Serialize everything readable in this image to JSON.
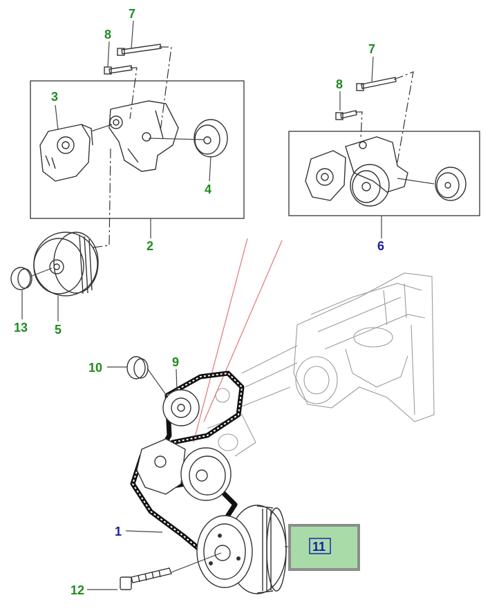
{
  "callouts": {
    "c1": "1",
    "c2": "2",
    "c3": "3",
    "c4": "4",
    "c5": "5",
    "c6": "6",
    "c7a": "7",
    "c7b": "7",
    "c8a": "8",
    "c8b": "8",
    "c9": "9",
    "c10": "10",
    "c11": "11",
    "c12": "12",
    "c13": "13"
  },
  "colors": {
    "callout_green": "#1f8a1f",
    "callout_blue": "#1a1aa8",
    "highlight_fill": "#a8dba8",
    "highlight_border": "#8c8c8c"
  }
}
